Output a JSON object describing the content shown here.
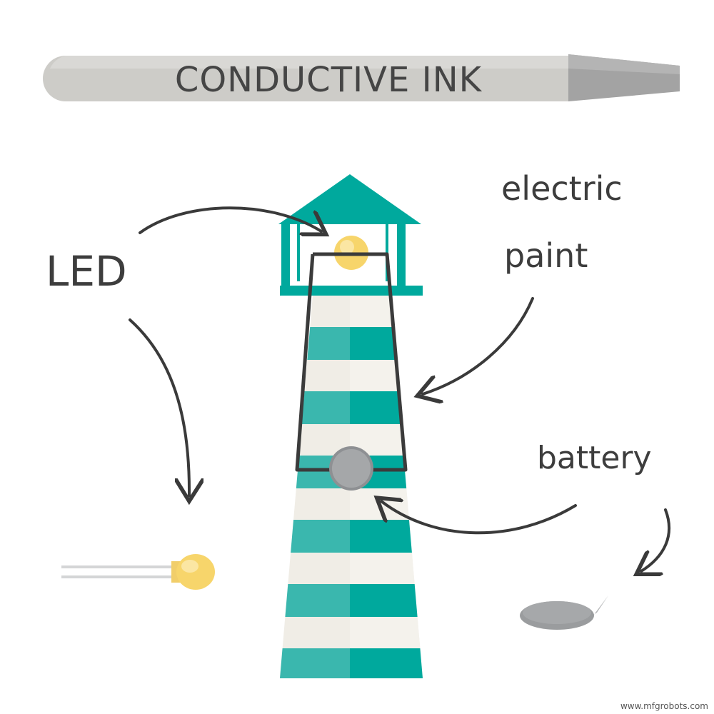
{
  "pen": {
    "label": "CONDUCTIVE INK"
  },
  "labels": {
    "led": "LED",
    "electric_line1": "electric",
    "electric_line2": "paint",
    "battery": "battery"
  },
  "watermark": "www.mfgrobots.com",
  "colors": {
    "teal": "#00a99d",
    "teal_light": "#3ab7ae",
    "cream": "#f0ede6",
    "cream_light": "#f5f3ee",
    "bulb": "#f7d56b",
    "pen_body": "#cfcecb",
    "pen_tip": "#a7a7a7",
    "battery": "#a5a7a9",
    "ink": "#3a3a3a"
  }
}
